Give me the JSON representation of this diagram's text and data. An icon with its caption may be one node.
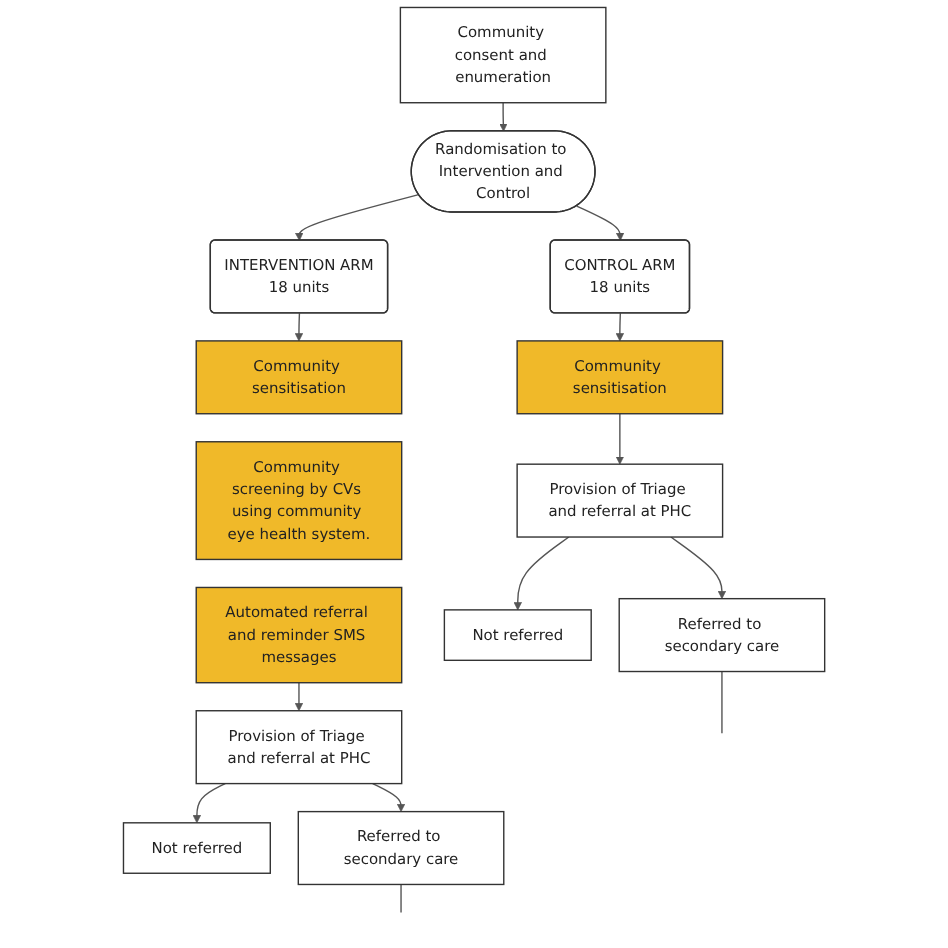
{
  "diagram": {
    "nodes": [
      {
        "text": [
          "Community consent and enumeration"
        ]
      },
      {
        "text": [
          "Randomisation to Intervention and Control"
        ]
      },
      {
        "text": [
          "INTERVENTION ARM",
          "18 units"
        ]
      },
      {
        "text": [
          "CONTROL ARM",
          "18 units"
        ]
      },
      {
        "text": [
          "Community sensitisation"
        ]
      },
      {
        "text": [
          "Community screening by CVs using community eye health system."
        ]
      },
      {
        "text": [
          "Automated referral and reminder SMS messages"
        ]
      },
      {
        "text": [
          "Community sensitisation"
        ]
      },
      {
        "text": [
          "Provision of Triage and referral at PHC"
        ]
      },
      {
        "text": [
          "Provision of Triage and referral at PHC"
        ]
      },
      {
        "text": [
          "Not referred"
        ]
      },
      {
        "text": [
          "Referred to secondary care"
        ]
      },
      {
        "text": [
          "Not referred"
        ]
      },
      {
        "text": [
          "Referred to secondary care"
        ]
      }
    ],
    "edges": [
      {
        "from": 0,
        "to": 1,
        "arrow": "to"
      },
      {
        "from": 1,
        "to": 2,
        "arrow": "to"
      },
      {
        "from": 1,
        "to": 3,
        "arrow": "to"
      },
      {
        "from": 2,
        "to": 4,
        "arrow": "to"
      },
      {
        "from": 3,
        "to": 7,
        "arrow": "to"
      },
      {
        "from": 6,
        "to": 8,
        "arrow": "to"
      },
      {
        "from": 7,
        "to": 9,
        "arrow": "to"
      },
      {
        "from": 8,
        "to": 10,
        "arrow": "to"
      },
      {
        "from": 8,
        "to": 11,
        "arrow": "to"
      },
      {
        "from": 9,
        "to": 12,
        "arrow": "to"
      },
      {
        "from": 9,
        "to": 13,
        "arrow": "to"
      },
      {
        "from": 11,
        "to": null,
        "arrow": "none"
      },
      {
        "from": 13,
        "to": null,
        "arrow": "none"
      }
    ]
  }
}
